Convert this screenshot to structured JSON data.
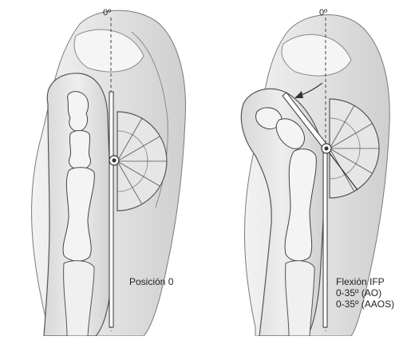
{
  "left_panel": {
    "zero_label": "0º",
    "caption": "Posición 0"
  },
  "right_panel": {
    "zero_label": "0º",
    "caption_lines": [
      "Flexión IFP",
      "0-35º (AO)",
      "0-35º (AAOS)"
    ]
  },
  "colors": {
    "outline": "#555555",
    "shade_light": "#e9e9e9",
    "shade_mid": "#d2d2d2",
    "bone": "#f4f4f4",
    "text": "#222222"
  }
}
